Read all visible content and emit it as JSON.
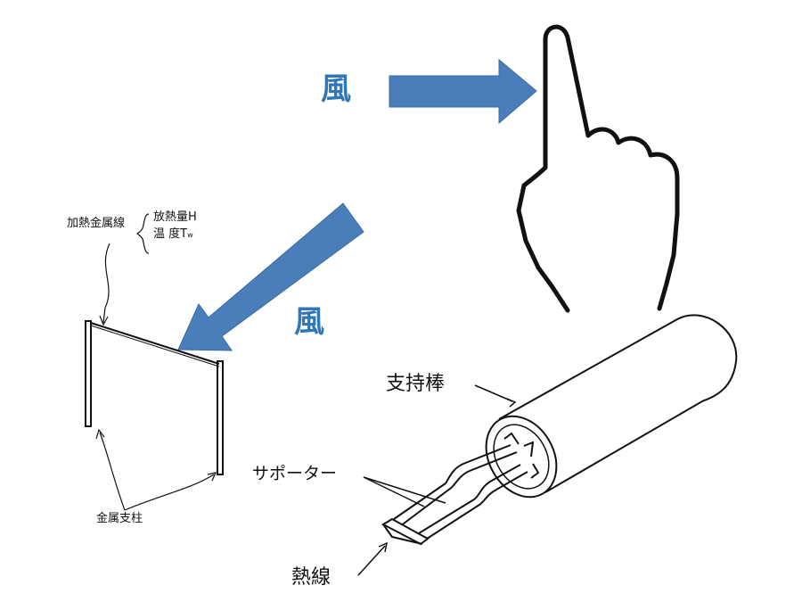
{
  "wind_top": "風",
  "wind_mid": "風",
  "left_figure": {
    "heated_wire": "加熱金属線",
    "heat_amount": "放熱量H",
    "temperature": "温 度T",
    "temperature_sub": "w",
    "metal_posts": "金属支柱"
  },
  "probe_figure": {
    "support_rod": "支持棒",
    "supporter": "サポーター",
    "hot_wire": "熱線"
  },
  "colors": {
    "arrow": "#4a7ebb",
    "wind_text": "#2f77b8"
  }
}
